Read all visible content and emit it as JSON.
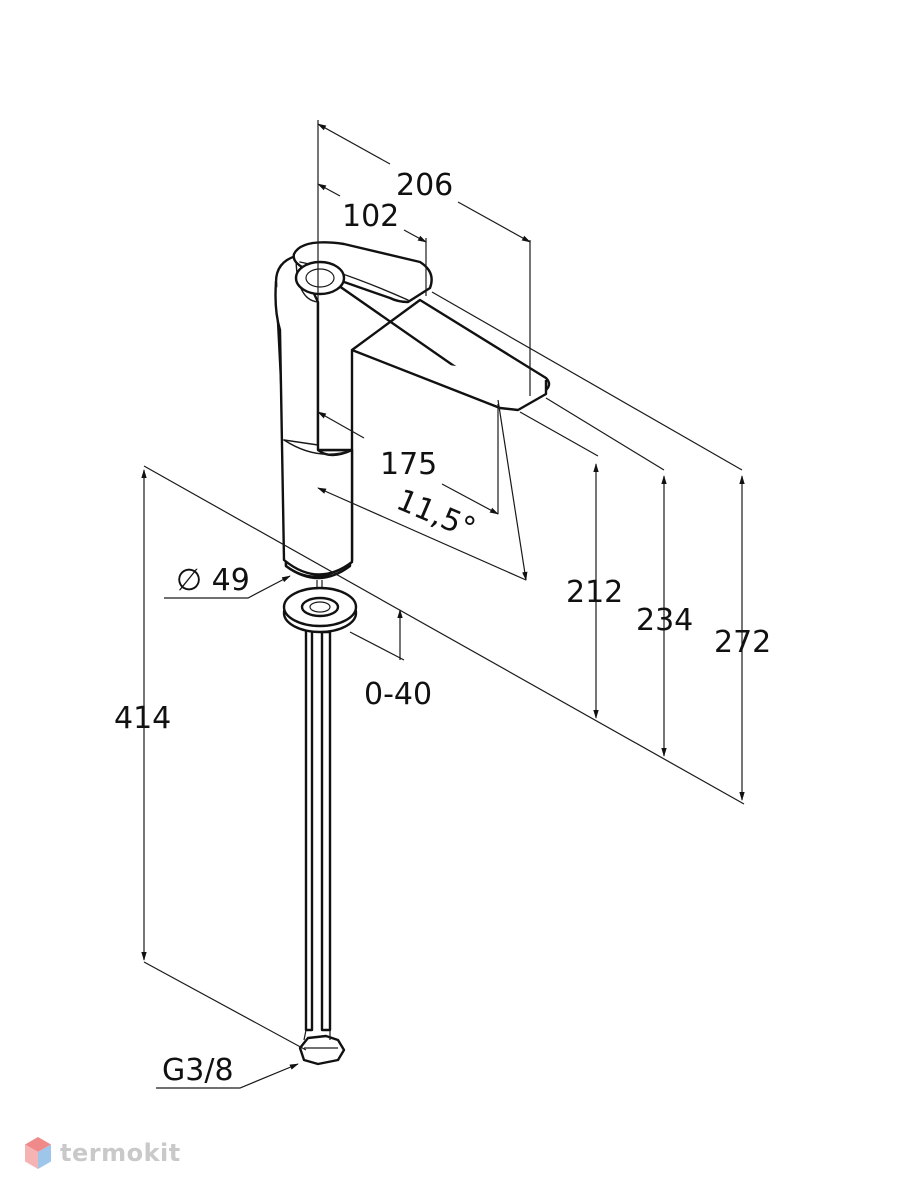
{
  "dimensions": {
    "overall_reach": "206",
    "handle_reach": "102",
    "spout_reach": "175",
    "spout_angle": "11,5°",
    "base_diameter": "∅ 49",
    "deck_thickness": "0-40",
    "hose_length": "414",
    "spout_height": "212",
    "outlet_height": "234",
    "total_height": "272",
    "connection_thread": "G3/8"
  },
  "watermark": {
    "brand": "termokit",
    "icon": "hexagon-cube-icon",
    "colors": {
      "top": "#f08a8a",
      "left": "#f5b3b3",
      "right": "#9ec6ea"
    }
  }
}
